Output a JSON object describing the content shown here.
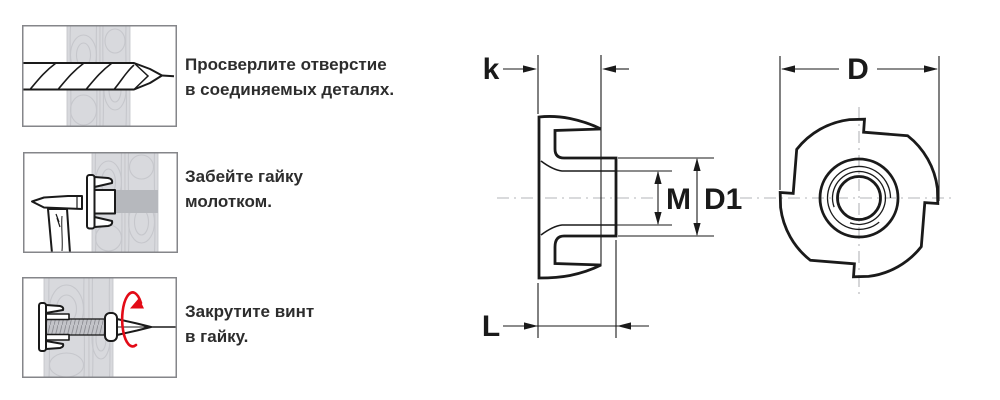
{
  "steps": [
    {
      "line1": "Просверлите отверстие",
      "line2": "в соединяемых деталях.",
      "icon": "drill"
    },
    {
      "line1": "Забейте гайку",
      "line2": "молотком.",
      "icon": "hammer"
    },
    {
      "line1": "Закрутите винт",
      "line2": "в гайку.",
      "icon": "screwdriver"
    }
  ],
  "drawing": {
    "dimensions": {
      "flange_height": "k",
      "length": "L",
      "thread": "M",
      "barrel_diameter": "D1",
      "flange_diameter": "D"
    }
  },
  "colors": {
    "outline_black": "#1a1a1a",
    "panel_gray": "#d8d9dd",
    "grain_gray": "#c6c7cc",
    "hole_gray": "#b6b8bd",
    "drill_hole_gray": "#cdced2",
    "centerline_gray": "#b3b4b8",
    "accent_red": "#e30b17",
    "box_border_gray": "#85868a",
    "text_color": "#2d2d2d"
  }
}
